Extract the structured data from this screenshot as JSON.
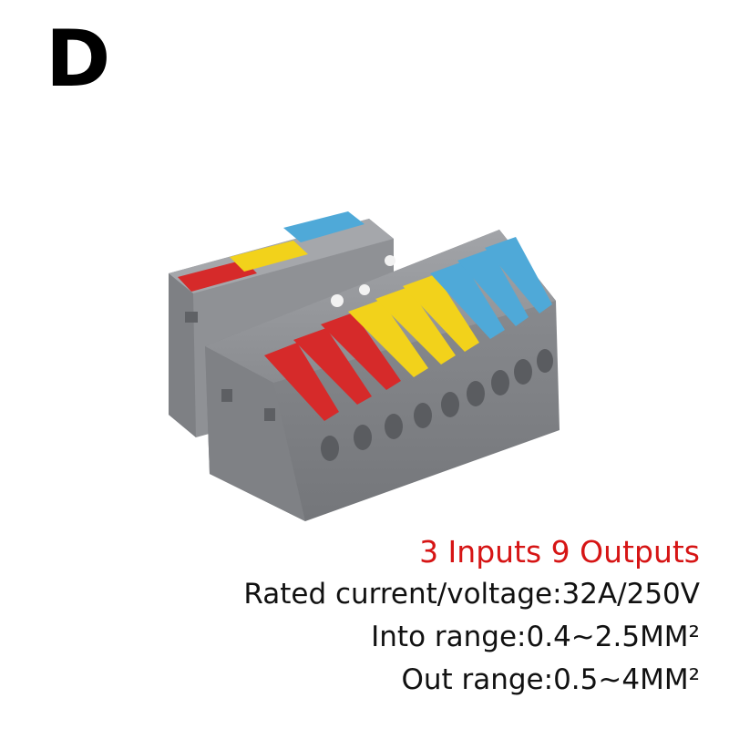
{
  "variant_letter": "D",
  "headline": "3 Inputs 9 Outputs",
  "specs": [
    "Rated current/voltage:32A/250V",
    "Into range:0.4~2.5MM²",
    "Out range:0.5~4MM²"
  ],
  "colors": {
    "headline": "#d61515",
    "housing": "#8d8f94",
    "red_lever": "#d62a2a",
    "yellow_lever": "#f2d21b",
    "blue_lever": "#4fa9d8"
  },
  "product": {
    "inputs": 3,
    "outputs": 9,
    "output_lever_colors": [
      "red",
      "red",
      "red",
      "yellow",
      "yellow",
      "yellow",
      "blue",
      "blue",
      "blue"
    ],
    "input_lever_colors": [
      "red",
      "yellow",
      "blue"
    ]
  }
}
